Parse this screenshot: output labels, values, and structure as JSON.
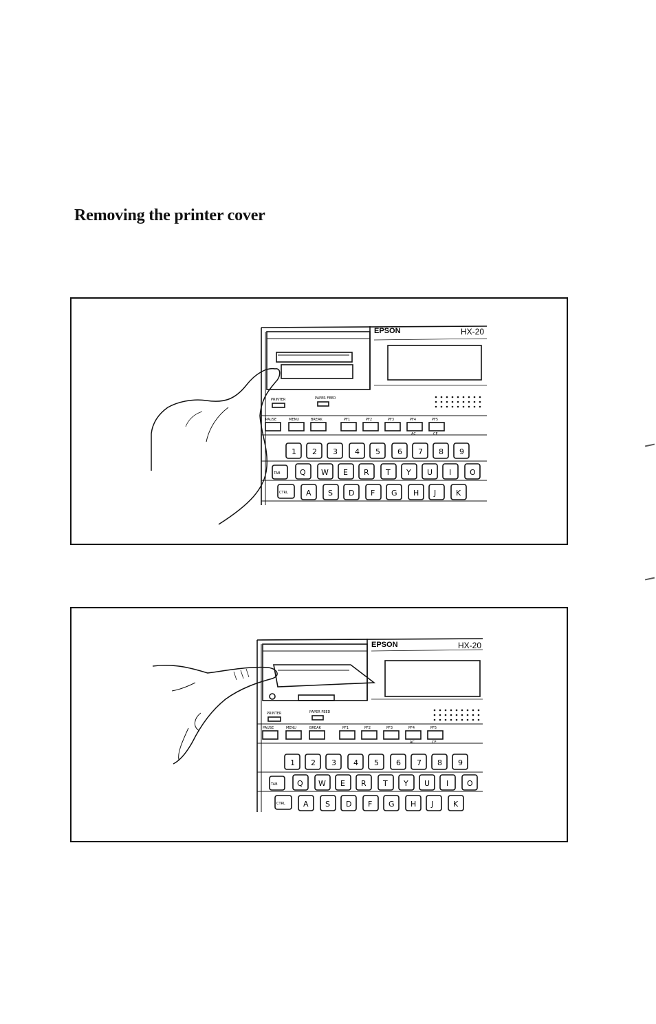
{
  "heading": "Removing the printer cover",
  "figures": [
    {
      "brand": "EPSON",
      "model": "HX-20",
      "function_keys": [
        "PAUSE",
        "MENU",
        "BREAK",
        "PF1",
        "PF2",
        "PF3",
        "PF4",
        "PF5"
      ],
      "function_sublabels": [
        "AC",
        "CE"
      ],
      "panel_labels": [
        "PRINTER",
        "PAPER FEED"
      ],
      "row1": [
        "1",
        "2",
        "3",
        "4",
        "5",
        "6",
        "7",
        "8",
        "9"
      ],
      "row2": [
        "TAB",
        "Q",
        "W",
        "E",
        "R",
        "T",
        "Y",
        "U",
        "I",
        "O"
      ],
      "row3": [
        "CTRL",
        "A",
        "S",
        "D",
        "F",
        "G",
        "H",
        "J",
        "K"
      ]
    },
    {
      "brand": "EPSON",
      "model": "HX-20",
      "function_keys": [
        "PAUSE",
        "MENU",
        "BREAK",
        "PF1",
        "PF2",
        "PF3",
        "PF4",
        "PF5"
      ],
      "function_sublabels": [
        "AC",
        "CE"
      ],
      "panel_labels": [
        "PRINTER",
        "PAPER FEED"
      ],
      "row1": [
        "1",
        "2",
        "3",
        "4",
        "5",
        "6",
        "7",
        "8",
        "9"
      ],
      "row2": [
        "TAB",
        "Q",
        "W",
        "E",
        "R",
        "T",
        "Y",
        "U",
        "I",
        "O"
      ],
      "row3": [
        "CTRL",
        "A",
        "S",
        "D",
        "F",
        "G",
        "H",
        "J",
        "K"
      ]
    }
  ]
}
